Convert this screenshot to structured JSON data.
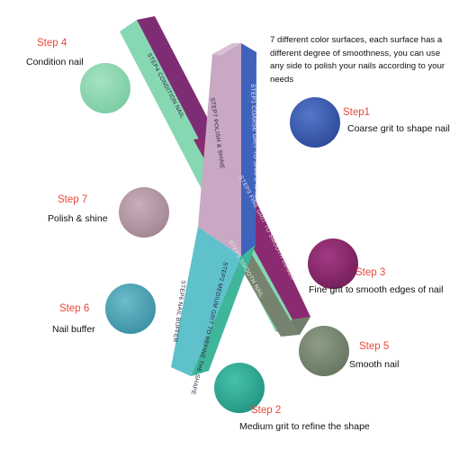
{
  "intro_text": "7 different color surfaces, each surface has a different degree of smoothness, you can use any side to polish your nails according to your needs",
  "steps": {
    "s1": {
      "title": "Step1",
      "desc": "Coarse grit to shape nail",
      "color": "#3b5fb0"
    },
    "s2": {
      "title": "Step 2",
      "desc": "Medium grit to refine the shape",
      "color": "#2faa96"
    },
    "s3": {
      "title": "Step 3",
      "desc": "Fine grit to smooth edges of nail",
      "color": "#8c2a6e"
    },
    "s4": {
      "title": "Step 4",
      "desc": "Condition nail",
      "color": "#8fd8b3"
    },
    "s5": {
      "title": "Step 5",
      "desc": "Smooth nail",
      "color": "#7a8a76"
    },
    "s6": {
      "title": "Step 6",
      "desc": "Nail buffer",
      "color": "#4fa7b8"
    },
    "s7": {
      "title": "Step 7",
      "desc": "Polish & shine",
      "color": "#b79aa8"
    }
  },
  "stick_labels": {
    "step4": "STEP4 CONDITION NAIL",
    "step7": "STEP7 POLISH & SHINE",
    "step1": "STEP1 COARSE GRIT TO SHAPE NAIL",
    "step6": "STEP6 NAIL BUFFER",
    "step2": "STEP2 MEDIUM GRIT TO REFINE THE SHAPE",
    "step5": "STEP5 SMOOTH NAIL",
    "step3": "STEP3 FINE GRIT TO SMOOTH EDGES"
  }
}
